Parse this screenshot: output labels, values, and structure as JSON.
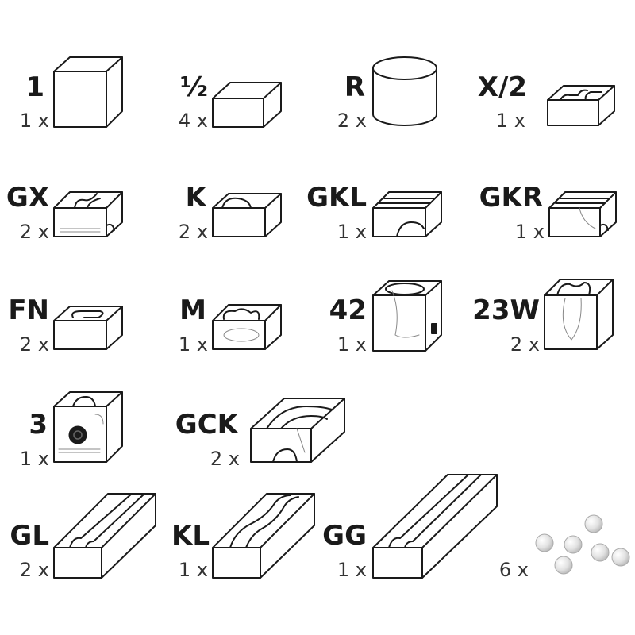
{
  "pieces": [
    {
      "code": "1",
      "count": "1 x",
      "icon": "cube-block-icon"
    },
    {
      "code": "½",
      "count": "4 x",
      "icon": "half-block-icon"
    },
    {
      "code": "R",
      "count": "2 x",
      "icon": "round-cylinder-block-icon"
    },
    {
      "code": "X/2",
      "count": "1 x",
      "icon": "cross-half-block-icon"
    },
    {
      "code": "GX",
      "count": "2 x",
      "icon": "groove-cross-block-icon"
    },
    {
      "code": "K",
      "count": "2 x",
      "icon": "curve-block-icon"
    },
    {
      "code": "GKL",
      "count": "1 x",
      "icon": "groove-curve-left-block-icon"
    },
    {
      "code": "GKR",
      "count": "1 x",
      "icon": "groove-curve-right-block-icon"
    },
    {
      "code": "FN",
      "count": "2 x",
      "icon": "funnel-block-icon"
    },
    {
      "code": "M",
      "count": "1 x",
      "icon": "merge-block-icon"
    },
    {
      "code": "42",
      "count": "1 x",
      "icon": "tower-block-icon"
    },
    {
      "code": "23W",
      "count": "2 x",
      "icon": "switch-block-icon"
    },
    {
      "code": "3",
      "count": "1 x",
      "icon": "tunnel-block-icon"
    },
    {
      "code": "GCK",
      "count": "2 x",
      "icon": "groove-curve-block-icon"
    },
    {
      "code": "GL",
      "count": "2 x",
      "icon": "long-groove-block-icon"
    },
    {
      "code": "KL",
      "count": "1 x",
      "icon": "long-curve-block-icon"
    },
    {
      "code": "GG",
      "count": "1 x",
      "icon": "long-straight-block-icon"
    }
  ],
  "marbles": {
    "count": "6 x",
    "icon": "marbles-icon"
  }
}
